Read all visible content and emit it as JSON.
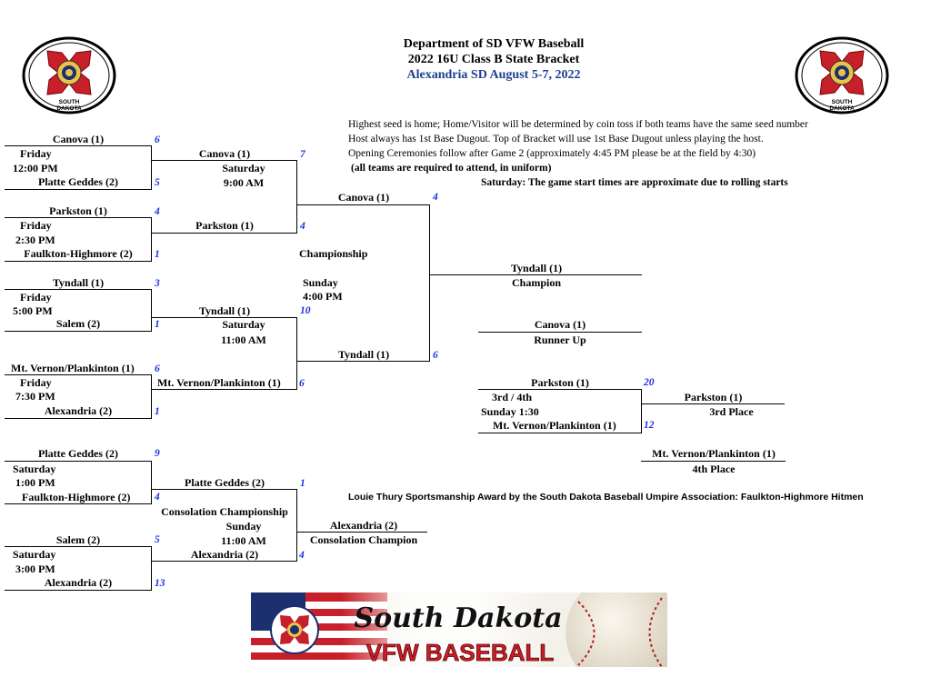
{
  "header": {
    "line1": "Department of SD VFW Baseball",
    "line2": "2022 16U Class B State Bracket",
    "line3": "Alexandria SD August 5-7, 2022"
  },
  "logo": {
    "top_text": "SOUTH",
    "bottom_text": "DAKOTA"
  },
  "info": {
    "line1": "Highest seed is home; Home/Visitor will be determined by coin toss if both teams have the same seed number",
    "line2": "Host always has 1st Base Dugout. Top of Bracket will use 1st Base Dugout unless playing the host.",
    "line3": "Opening Ceremonies follow after Game 2 (approximately 4:45 PM please be at the field by 4:30)",
    "line4": "(all teams are required to attend, in uniform)",
    "line5": "Saturday: The game start times are approximate due to rolling starts"
  },
  "round1": [
    {
      "top": "Canova (1)",
      "top_score": "6",
      "day": "Friday",
      "time": "12:00 PM",
      "bottom": "Platte Geddes (2)",
      "bottom_score": "5"
    },
    {
      "top": "Parkston (1)",
      "top_score": "4",
      "day": "Friday",
      "time": "2:30 PM",
      "bottom": "Faulkton-Highmore (2)",
      "bottom_score": "1"
    },
    {
      "top": "Tyndall (1)",
      "top_score": "3",
      "day": "Friday",
      "time": "5:00 PM",
      "bottom": "Salem (2)",
      "bottom_score": "1"
    },
    {
      "top": "Mt. Vernon/Plankinton (1)",
      "top_score": "6",
      "day": "Friday",
      "time": "7:30 PM",
      "bottom": "Alexandria (2)",
      "bottom_score": "1"
    }
  ],
  "semis": [
    {
      "team": "Canova (1)",
      "score": "7",
      "day": "Saturday",
      "time": "9:00 AM"
    },
    {
      "team": "Parkston (1)",
      "score": "4"
    },
    {
      "team": "Tyndall (1)",
      "score": "10",
      "day": "Saturday",
      "time": "11:00 AM"
    },
    {
      "team": "Mt. Vernon/Plankinton (1)",
      "score": "6"
    }
  ],
  "final": {
    "top": "Canova (1)",
    "top_score": "4",
    "label": "Championship",
    "day": "Sunday",
    "time": "4:00 PM",
    "bottom": "Tyndall (1)",
    "bottom_score": "6",
    "champion": "Tyndall (1)",
    "champion_label": "Champion",
    "runner_up": "Canova (1)",
    "runner_up_label": "Runner Up"
  },
  "third": {
    "top": "Parkston (1)",
    "top_score": "20",
    "label": "3rd / 4th",
    "day_time": "Sunday 1:30",
    "bottom": "Mt. Vernon/Plankinton (1)",
    "bottom_score": "12",
    "winner": "Parkston (1)",
    "winner_label": "3rd Place",
    "fourth": "Mt. Vernon/Plankinton (1)",
    "fourth_label": "4th Place"
  },
  "consolation": {
    "g1": {
      "top": "Platte Geddes (2)",
      "top_score": "9",
      "day": "Saturday",
      "time": "1:00 PM",
      "bottom": "Faulkton-Highmore (2)",
      "bottom_score": "4"
    },
    "g2": {
      "top": "Salem (2)",
      "top_score": "5",
      "day": "Saturday",
      "time": "3:00 PM",
      "bottom": "Alexandria (2)",
      "bottom_score": "13"
    },
    "final": {
      "top": "Platte Geddes (2)",
      "top_score": "1",
      "label": "Consolation Championship",
      "day": "Sunday",
      "time": "11:00 AM",
      "bottom": "Alexandria (2)",
      "bottom_score": "4",
      "champion": "Alexandria (2)",
      "champion_label": "Consolation Champion"
    }
  },
  "award": "Louie Thury Sportsmanship Award by the South Dakota Baseball Umpire Association: Faulkton-Highmore Hitmen",
  "banner": {
    "script": "South Dakota",
    "title": "VFW BASEBALL"
  },
  "colors": {
    "score_blue": "#1a2fe0",
    "title_blue": "#1f3f8f",
    "banner_red": "#c8202a",
    "banner_navy": "#1c2f6e"
  }
}
